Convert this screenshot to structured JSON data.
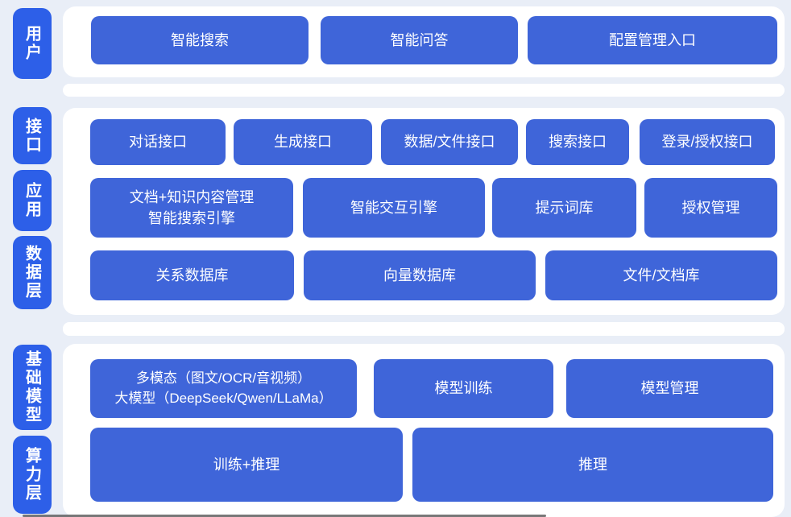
{
  "palette": {
    "background": "#e9eef7",
    "panel": "#ffffff",
    "box_blue": "#3f65d9",
    "label_blue": "#2d5fe8",
    "text": "#ffffff"
  },
  "diagram": {
    "side_labels": [
      "用户",
      "接口",
      "应用",
      "数据层",
      "基础模型",
      "算力层"
    ],
    "user_layer": [
      "智能搜索",
      "智能问答",
      "配置管理入口"
    ],
    "interface_layer": [
      "对话接口",
      "生成接口",
      "数据/文件接口",
      "搜索接口",
      "登录/授权接口"
    ],
    "application_layer": [
      "文档+知识内容管理\n智能搜索引擎",
      "智能交互引擎",
      "提示词库",
      "授权管理"
    ],
    "data_layer": [
      "关系数据库",
      "向量数据库",
      "文件/文档库"
    ],
    "base_model_layer": [
      "多模态（图文/OCR/音视频）\n大模型（DeepSeek/Qwen/LLaMa）",
      "模型训练",
      "模型管理"
    ],
    "compute_layer": [
      "训练+推理",
      "推理"
    ]
  }
}
